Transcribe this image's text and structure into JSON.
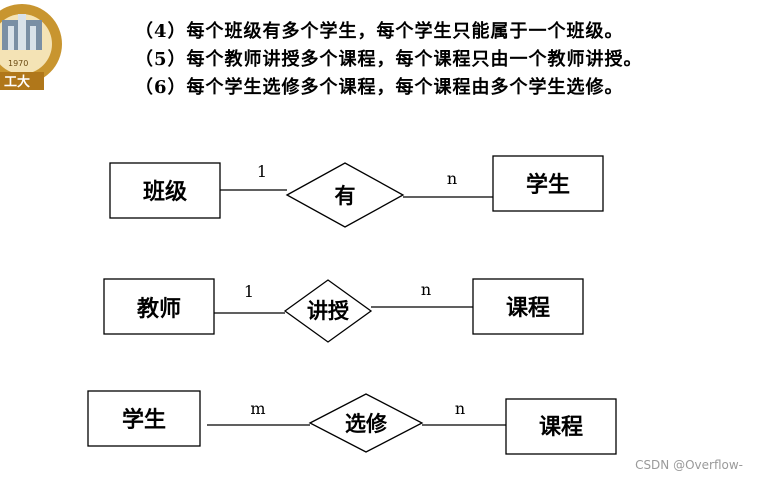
{
  "header_rules": [
    "（4）每个班级有多个学生，每个学生只能属于一个班级。",
    "（5）每个教师讲授多个课程，每个课程只由一个教师讲授。",
    "（6）每个学生选修多个课程，每个课程由多个学生选修。"
  ],
  "logo": {
    "text": "1970",
    "caption": "工大"
  },
  "diagrams": [
    {
      "left_entity": "班级",
      "relationship": "有",
      "right_entity": "学生",
      "left_card": "1",
      "right_card": "n"
    },
    {
      "left_entity": "教师",
      "relationship": "讲授",
      "right_entity": "课程",
      "left_card": "1",
      "right_card": "n"
    },
    {
      "left_entity": "学生",
      "relationship": "选修",
      "right_entity": "课程",
      "left_card": "m",
      "right_card": "n"
    }
  ],
  "watermark": "CSDN @Overflow-"
}
